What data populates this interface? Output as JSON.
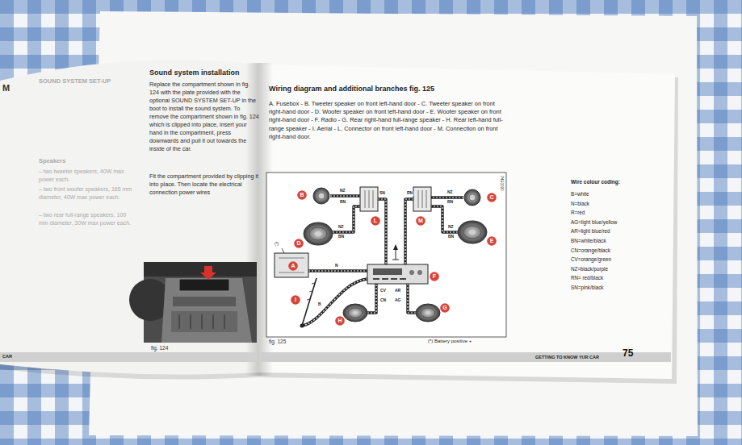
{
  "diagram": {
    "title": "Wiring diagram and additional branches fig. 125",
    "caption": "fig. 125",
    "nodes": [
      {
        "text": [
          "B"
        ]
      },
      {
        "text": [
          "C"
        ]
      },
      {
        "text": [
          "L"
        ]
      },
      {
        "text": [
          "M"
        ]
      },
      {
        "text": [
          "D"
        ]
      },
      {
        "text": [
          "E"
        ]
      },
      {
        "text": [
          "A"
        ]
      },
      {
        "text": [
          "F"
        ]
      },
      {
        "text": [
          "I"
        ]
      },
      {
        "text": [
          "H"
        ]
      },
      {
        "text": [
          "G"
        ]
      }
    ],
    "labels": [
      "M",
      "SOUND SYSTEM SET-UP",
      "Speakers",
      "– two tweeter speakers, 40W max power each.",
      "– two front woofer speakers, 165 mm diameter, 40W max power each.",
      "– two rear full-range speakers, 100 mm diameter, 30W max power each.",
      "Sound system installation",
      "Replace the compartment shown in fig. 124 with the plate provided with the optional SOUND SYSTEM SET-UP in the boot to install the sound system. To remove the compartment shown in fig. 124 which is clipped into place, insert your hand in the compartment, press downwards and pull it out towards the inside of the car.",
      "Fit the compartment provided by clipping it into place. Then locate the electrical connection power wires",
      "fig. 124",
      "CAR",
      "A. Fusebox - B. Tweeter speaker on front left-hand door - C. Tweeter speaker on front right-hand door - D. Woofer speaker on front left-hand door - E. Woofer speaker on front right-hand door - F. Radio - G. Rear right-hand full-range speaker - H. Rear left-hand full-range speaker - I. Aerial - L. Connector on front left-hand door - M. Connection on front right-hand door.",
      "(*) Battery positive +",
      "P4E0090",
      "(*)",
      "Wire colour coding:",
      "GETTING TO KNOW YUR CAR",
      "75",
      "NZ",
      "BN",
      "NZ",
      "BN",
      "NZ",
      "BN",
      "NZ",
      "BN",
      "SN",
      "RN",
      "N",
      "B",
      "CV",
      "CN",
      "AR",
      "AG"
    ],
    "legend": [
      {
        "text": "B=white"
      },
      {
        "text": "N=black"
      },
      {
        "text": "R=red"
      },
      {
        "text": "AG=light blue/yellow"
      },
      {
        "text": "AR=light blue/red"
      },
      {
        "text": "BN=white/black"
      },
      {
        "text": "CN=orange/black"
      },
      {
        "text": "CV=orange/green"
      },
      {
        "text": "NZ=black/purple"
      },
      {
        "text": "RN= red/black"
      },
      {
        "text": "SN=pink/black"
      }
    ]
  }
}
